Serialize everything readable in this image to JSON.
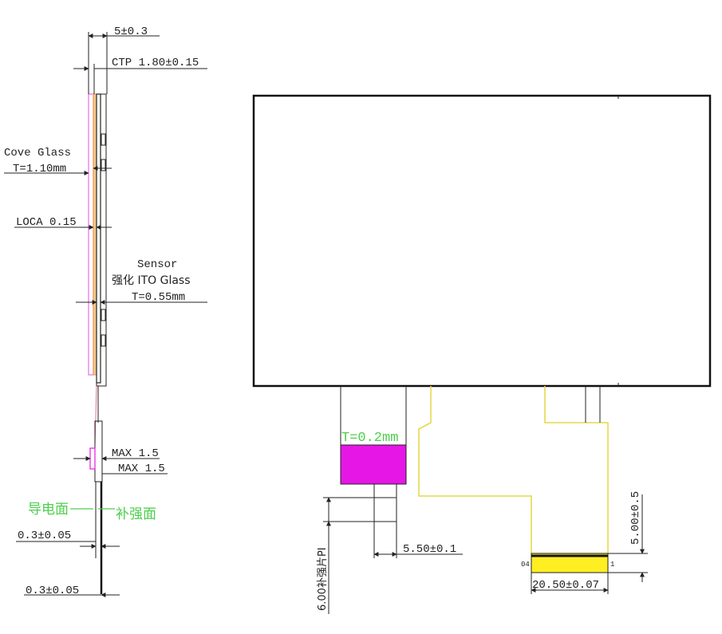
{
  "side_view": {
    "dim_total": "5±0.3",
    "dim_ctp": "CTP 1.80±0.15",
    "cover_glass_name": "Cove Glass",
    "cover_glass_thickness": "T=1.10mm",
    "loca": "LOCA 0.15",
    "sensor_name": "Sensor",
    "sensor_glass": "强化 ITO Glass",
    "sensor_thickness": "T=0.55mm",
    "max_a": "MAX 1.5",
    "max_b": "MAX 1.5",
    "conductive_side": "导电面",
    "stiffener_side": "补强面",
    "tail_thickness_a": "0.3±0.05",
    "tail_thickness_b": "0.3±0.05"
  },
  "front_view": {
    "stiffener_thickness": "T=0.2mm",
    "tail_width": "5.50±0.1",
    "stiffener_pi_length": "6.00补强片PI",
    "finger_length": "5.00±0.5",
    "connector_width": "20.50±0.07",
    "pin_first": "04",
    "pin_last": "1"
  },
  "colors": {
    "line": "#222222",
    "fpc_outline": "#e6d94a",
    "connector_fill": "#ffee22",
    "stiffener_fill": "#e617e6",
    "annotation_green": "#4ccf4c",
    "cover_glass_edge": "#e66ee6",
    "loca_layer": "#f2a65a"
  }
}
